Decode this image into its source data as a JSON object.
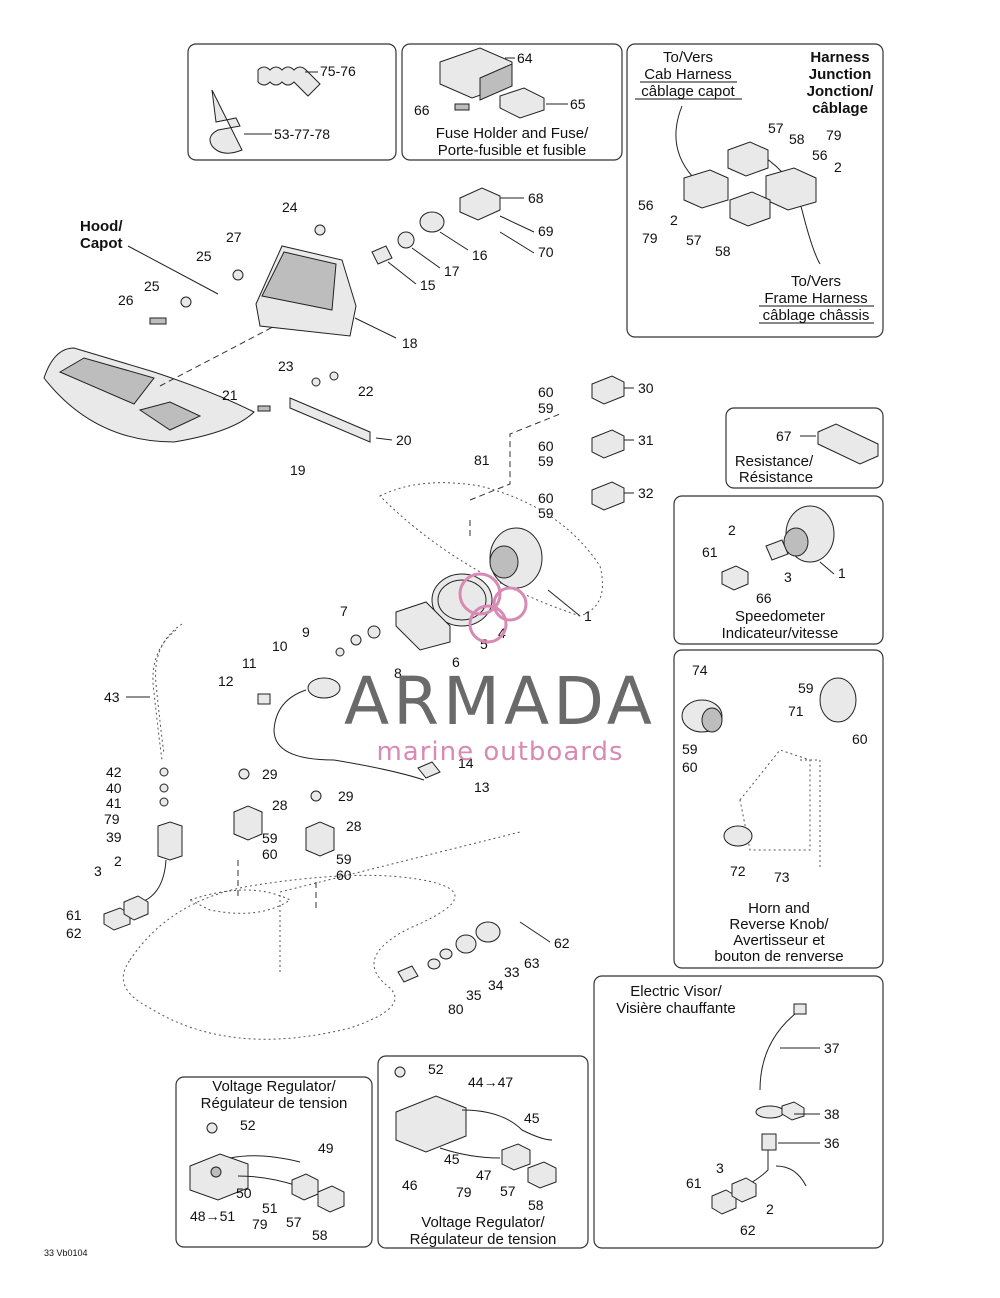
{
  "boxes": {
    "straps": {
      "label_a": "75-76",
      "label_b": "53-77-78"
    },
    "fuse": {
      "label_64": "64",
      "label_66": "66",
      "label_65": "65",
      "caption_1": "Fuse Holder and Fuse/",
      "caption_2": "Porte-fusible et fusible"
    },
    "harness": {
      "cab_1": "To/Vers",
      "cab_2": "Cab Harness",
      "cab_3": "câblage capot",
      "junc_1": "Harness",
      "junc_2": "Junction",
      "junc_3": "Jonction/",
      "junc_4": "câblage",
      "frame_1": "To/Vers",
      "frame_2": "Frame Harness",
      "frame_3": "câblage châssis",
      "n57a": "57",
      "n58a": "58",
      "n79a": "79",
      "n56a": "56",
      "n2a": "2",
      "n56b": "56",
      "n2b": "2",
      "n79b": "79",
      "n57b": "57",
      "n58b": "58"
    },
    "resistance": {
      "n67": "67",
      "caption_1": "Resistance/",
      "caption_2": "Résistance"
    },
    "speedometer": {
      "n2": "2",
      "n61": "61",
      "n3": "3",
      "n66": "66",
      "n1": "1",
      "caption_1": "Speedometer",
      "caption_2": "Indicateur/vitesse"
    },
    "horn": {
      "n74": "74",
      "n59a": "59",
      "n71": "71",
      "n60a": "60",
      "n59b": "59",
      "n60b": "60",
      "n72": "72",
      "n73": "73",
      "caption_1": "Horn and",
      "caption_2": "Reverse Knob/",
      "caption_3": "Avertisseur et",
      "caption_4": "bouton de renverse"
    },
    "visor": {
      "caption_1": "Electric Visor/",
      "caption_2": "Visière chauffante",
      "n37": "37",
      "n38": "38",
      "n36": "36",
      "n3": "3",
      "n61": "61",
      "n2": "2",
      "n62": "62"
    },
    "vreg_left": {
      "caption_1": "Voltage Regulator/",
      "caption_2": "Régulateur de tension",
      "n52": "52",
      "n49": "49",
      "n50": "50",
      "n51": "51",
      "n48": "48→51",
      "n79": "79",
      "n57": "57",
      "n58": "58"
    },
    "vreg_mid": {
      "caption_1": "Voltage Regulator/",
      "caption_2": "Régulateur de tension",
      "n52": "52",
      "n44": "44→47",
      "n45a": "45",
      "n45b": "45",
      "n46": "46",
      "n47": "47",
      "n79": "79",
      "n57": "57",
      "n58": "58"
    }
  },
  "main": {
    "hood_1": "Hood/",
    "hood_2": "Capot",
    "n24": "24",
    "n27": "27",
    "n25a": "25",
    "n25b": "25",
    "n26": "26",
    "n68": "68",
    "n69": "69",
    "n70": "70",
    "n16": "16",
    "n17": "17",
    "n15": "15",
    "n18": "18",
    "n23": "23",
    "n22": "22",
    "n21": "21",
    "n20": "20",
    "n19": "19",
    "n60a": "60",
    "n59a": "59",
    "n30": "30",
    "n60b": "60",
    "n59b": "59",
    "n31": "31",
    "n60c": "60",
    "n59c": "59",
    "n32": "32",
    "n81": "81",
    "n1": "1",
    "n4": "4",
    "n5": "5",
    "n6": "6",
    "n7": "7",
    "n8": "8",
    "n9": "9",
    "n10": "10",
    "n11": "11",
    "n12": "12",
    "n14": "14",
    "n13": "13",
    "n43": "43",
    "n42": "42",
    "n40": "40",
    "n41": "41",
    "n79": "79",
    "n39": "39",
    "n2": "2",
    "n3": "3",
    "n61": "61",
    "n62": "62",
    "n29a": "29",
    "n28a": "28",
    "n59d": "59",
    "n60d": "60",
    "n29b": "29",
    "n28b": "28",
    "n59e": "59",
    "n60e": "60",
    "n62b": "62",
    "n63": "63",
    "n33": "33",
    "n34": "34",
    "n35": "35",
    "n80": "80"
  },
  "watermark": {
    "brand": "ARMADA",
    "tagline": "marine outboards",
    "accent": "#d88ab4"
  },
  "footer_code": "33 Vb0104"
}
